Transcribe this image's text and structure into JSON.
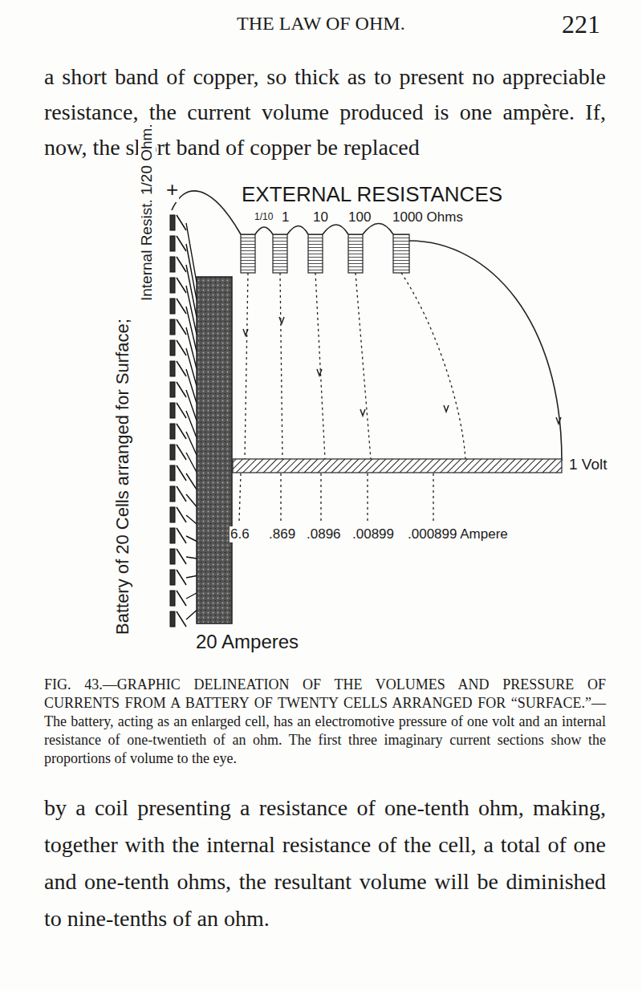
{
  "diagram": {
    "caption": "FIG. 43.—GRAPHIC DELINEATION OF THE VOLUMES AND PRESSURE OF CURRENTS FROM A BATTERY OF TWENTY CELLS ARRANGED FOR “SURFACE.”—The battery, acting as an enlarged cell, has an electromotive pressure of one volt and an internal resistance of one-twentieth of an ohm. The first three imaginary current sections show the proportions of volume to the eye.",
    "labels": [
      "THE LAW OF OHM.",
      "221",
      "a short band of copper, so thick as to present no appreciable resistance, the current volume produced is one ampère. If, now, the short band of copper be replaced",
      "+",
      "Battery of 20 Cells arranged for Surface;",
      "Internal Resist. 1/20 Ohm.",
      "EXTERNAL RESISTANCES",
      "1/10",
      "1",
      "10",
      "100",
      "1000 Ohms",
      "1 Volt",
      "6.6",
      ".869",
      ".0896",
      ".00899",
      ".000899 Ampere",
      "20 Amperes",
      "by a coil presenting a resistance of one-tenth ohm, making, together with the internal resistance of the cell, a total of one and one-tenth ohms, the resultant volume will be diminished to nine-tenths of an ohm."
    ]
  }
}
